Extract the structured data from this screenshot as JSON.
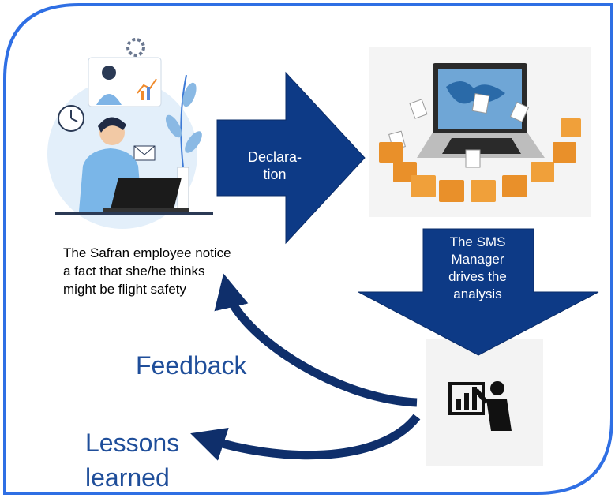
{
  "labels": {
    "employee_caption": "The Safran employee notice a fact that she/he thinks might be flight safety",
    "declaration": [
      "Declara-",
      "tion"
    ],
    "sms_manager": [
      "The SMS",
      "Manager",
      "drives the",
      "analysis"
    ],
    "feedback": "Feedback",
    "lessons_learned": [
      "Lessons",
      "learned"
    ]
  },
  "icons": [
    "person-at-laptop-illustration",
    "computer-with-folders-illustration",
    "presenter-chart-icon"
  ],
  "colors": {
    "frame_border": "#2f6fe4",
    "arrow_fill": "#0d3a86",
    "arrow_text": "#ffffff",
    "curved_arrow": "#0f2f6b",
    "label_blue": "#1f4e9a",
    "caption_text": "#000000"
  }
}
